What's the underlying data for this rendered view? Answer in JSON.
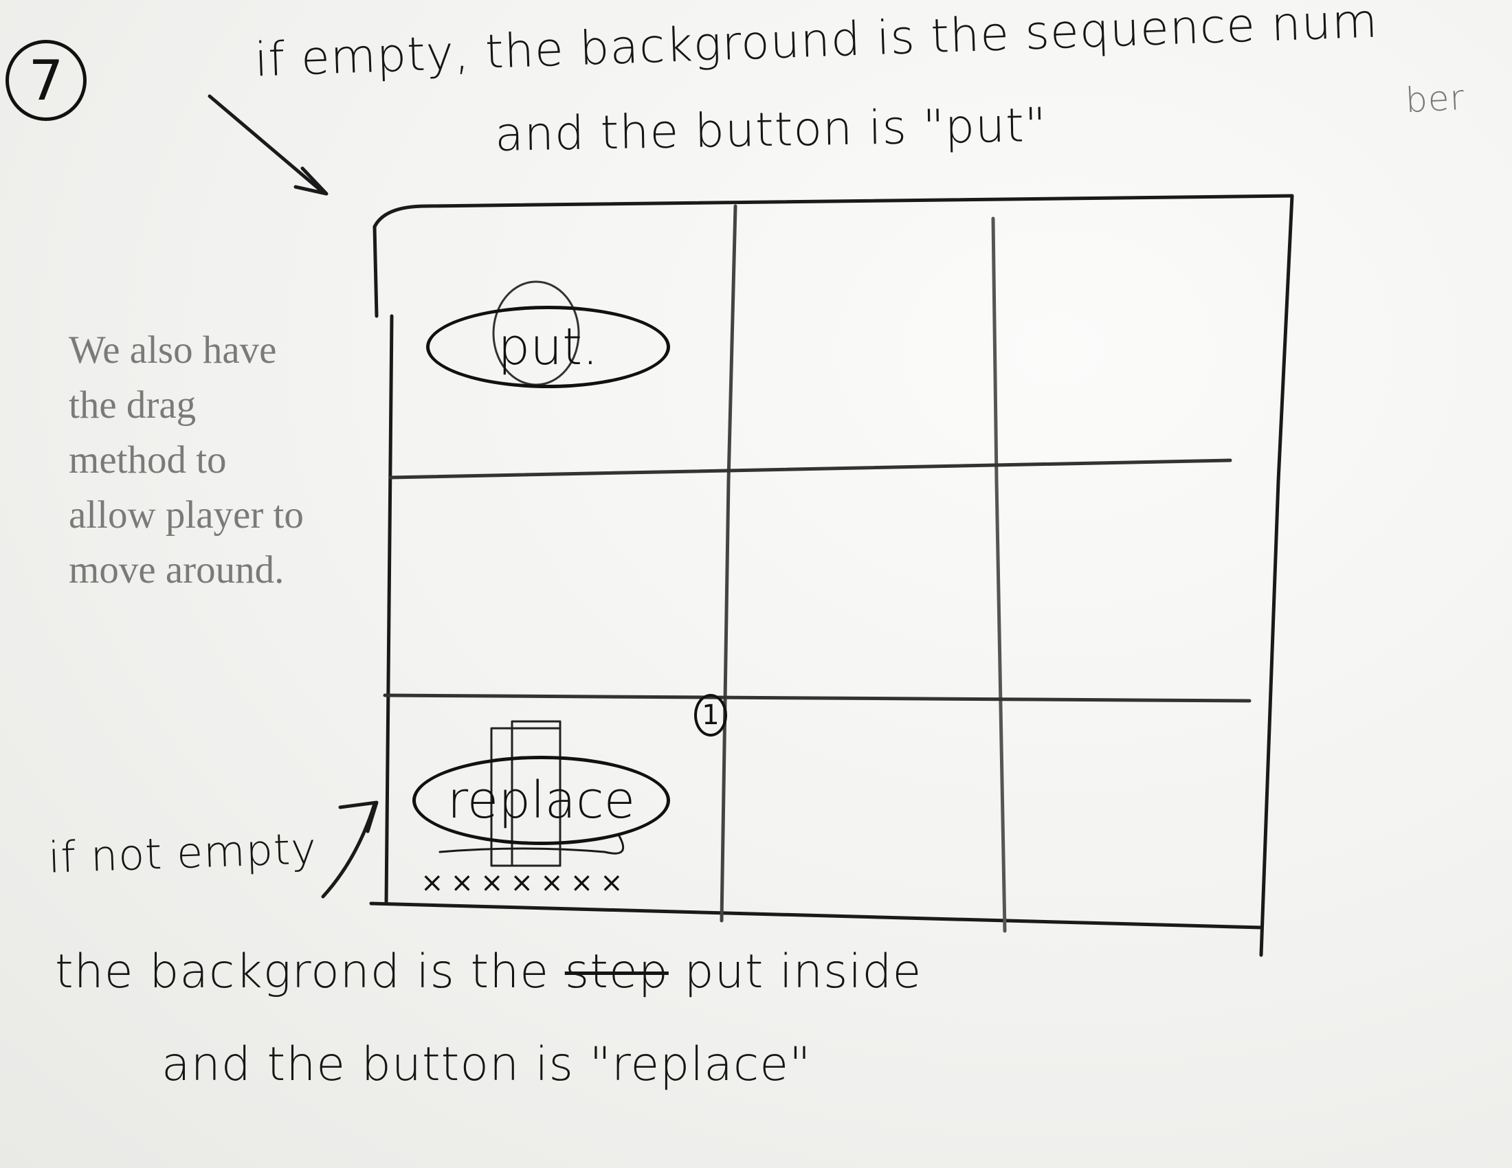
{
  "step": {
    "number": "7"
  },
  "annotations": {
    "top_line1": "if empty, the background is the sequence num",
    "top_line1_end": "ber",
    "top_line2": "and the button is \"put\"",
    "bottom_line1": "if not empty",
    "bottom_line2_a": "the backgrond",
    "bottom_line2_is": "is",
    "bottom_line2_the": "the",
    "bottom_line2_strike": "step",
    "bottom_line2_b": "put inside",
    "bottom_line3": "and the button is \"replace\""
  },
  "note": {
    "text": "We also have\nthe drag\nmethod to\nallow player to\nmove around."
  },
  "grid": {
    "rows": 3,
    "cols": 3,
    "cell_sequence_number": "1",
    "put_button_label": "put.",
    "replace_button_label": "replace",
    "marks": "×××××××"
  }
}
